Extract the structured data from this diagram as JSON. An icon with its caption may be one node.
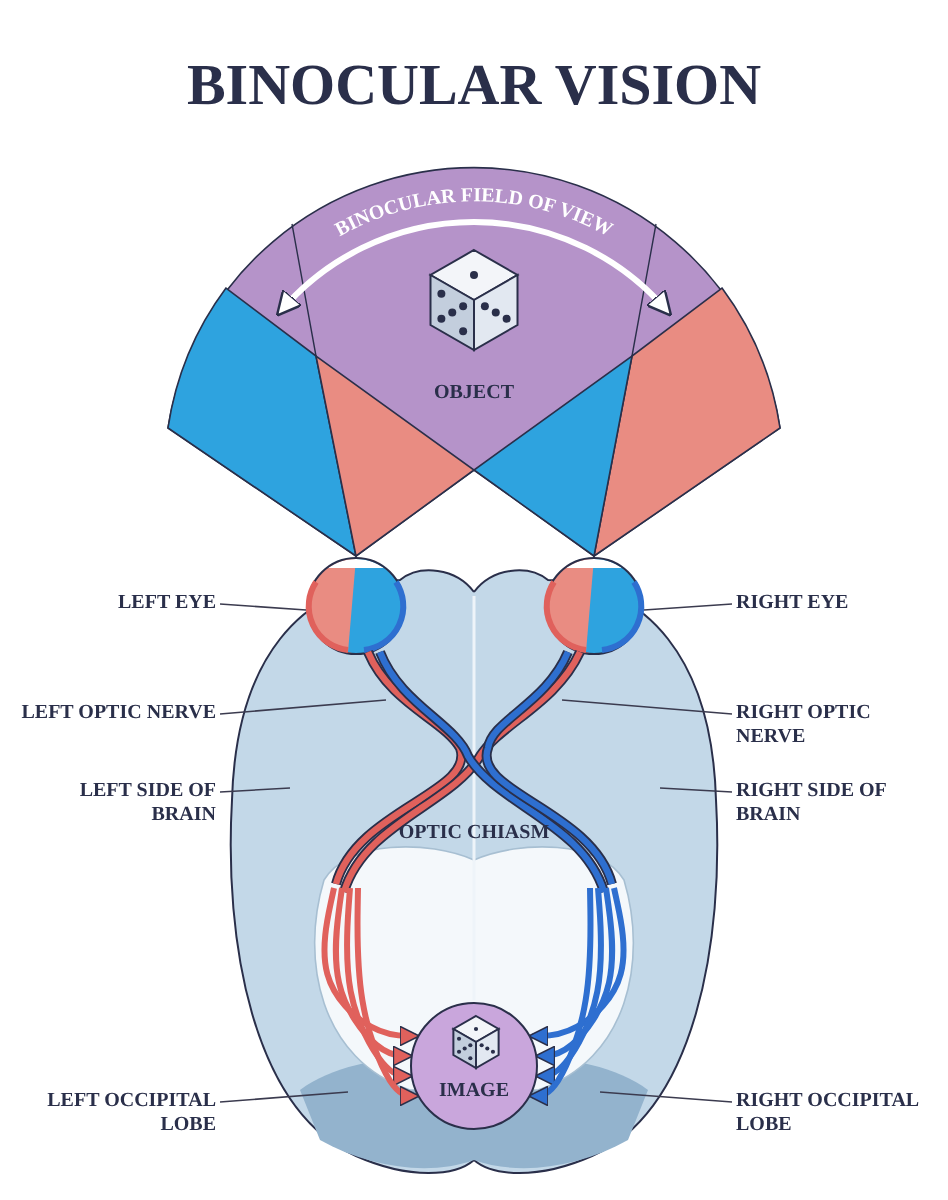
{
  "diagram": {
    "title": "BINOCULAR VISION",
    "nodes": [
      {
        "text": [
          "LEFT EYE"
        ]
      },
      {
        "text": [
          "RIGHT EYE"
        ]
      },
      {
        "text": [
          "LEFT OPTIC NERVE"
        ]
      },
      {
        "text": [
          "RIGHT OPTIC NERVE"
        ]
      },
      {
        "text": [
          "LEFT SIDE OF BRAIN"
        ]
      },
      {
        "text": [
          "RIGHT SIDE OF BRAIN"
        ]
      },
      {
        "text": [
          "LEFT OCCIPITAL LOBE"
        ]
      },
      {
        "text": [
          "RIGHT OCCIPITAL LOBE"
        ]
      },
      {
        "text": [
          "IMAGE"
        ]
      },
      {
        "text": [],
        "shape": "picture"
      },
      {
        "text": [],
        "shape": "picture"
      }
    ],
    "edges": [
      {
        "from": 0,
        "to": 9,
        "arrow": "none"
      },
      {
        "from": 1,
        "to": 10,
        "arrow": "none"
      },
      {
        "from": 2,
        "to": null,
        "arrow": "none"
      },
      {
        "from": 3,
        "to": null,
        "arrow": "none"
      },
      {
        "from": 4,
        "to": null,
        "arrow": "none"
      },
      {
        "from": 5,
        "to": null,
        "arrow": "none"
      },
      {
        "from": 6,
        "to": null,
        "arrow": "none"
      },
      {
        "from": 7,
        "to": null,
        "arrow": "none"
      },
      {
        "from": null,
        "to": 8,
        "arrow": "to",
        "style": "thick",
        "color": "#e0615c"
      },
      {
        "from": null,
        "to": 8,
        "arrow": "to",
        "style": "thick",
        "color": "#e0615c"
      },
      {
        "from": null,
        "to": 8,
        "arrow": "to",
        "style": "thick",
        "color": "#e0615c"
      },
      {
        "from": null,
        "to": 8,
        "arrow": "to",
        "style": "thick",
        "color": "#e0615c"
      },
      {
        "from": null,
        "to": 8,
        "arrow": "to",
        "style": "thick",
        "color": "#2e6fd0"
      },
      {
        "from": null,
        "to": 8,
        "arrow": "to",
        "style": "thick",
        "color": "#2e6fd0"
      },
      {
        "from": null,
        "to": 8,
        "arrow": "to",
        "style": "thick",
        "color": "#2e6fd0"
      },
      {
        "from": null,
        "to": 8,
        "arrow": "to",
        "style": "thick",
        "color": "#2e6fd0"
      }
    ],
    "labels": [
      "BINOCULAR FIELD OF VIEW",
      "OBJECT",
      "OPTIC CHIASM"
    ]
  }
}
